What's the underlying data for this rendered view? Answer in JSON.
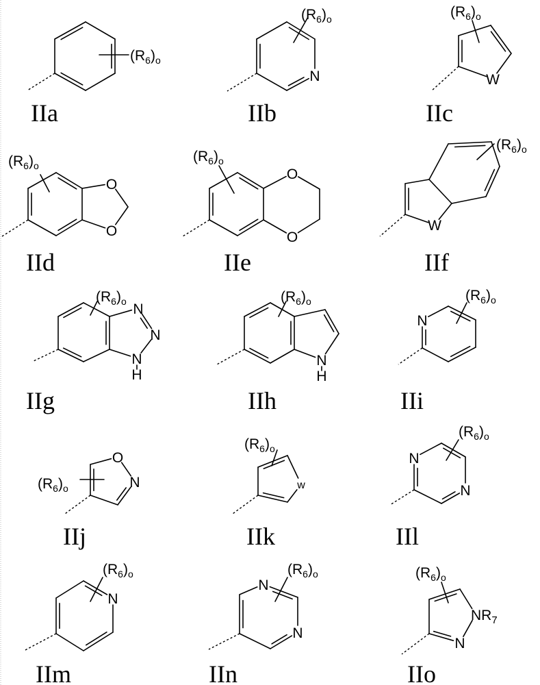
{
  "diagram": {
    "compounds": [
      {
        "label": "IIa"
      },
      {
        "label": "IIb"
      },
      {
        "label": "IIc"
      },
      {
        "label": "IId"
      },
      {
        "label": "IIe"
      },
      {
        "label": "IIf"
      },
      {
        "label": "IIg"
      },
      {
        "label": "IIh"
      },
      {
        "label": "IIi"
      },
      {
        "label": "IIj"
      },
      {
        "label": "IIk"
      },
      {
        "label": "IIl"
      },
      {
        "label": "IIm"
      },
      {
        "label": "IIn"
      },
      {
        "label": "IIo"
      }
    ],
    "atoms": {
      "N": "N",
      "O": "O",
      "W": "W",
      "w": "w",
      "H": "H"
    },
    "substituent": {
      "open": "(R",
      "sub": "6",
      "close": ")",
      "index": "o"
    },
    "r7": {
      "main": "NR",
      "sub": "7"
    },
    "colors": {
      "ink": "#000000",
      "background": "#ffffff"
    }
  }
}
